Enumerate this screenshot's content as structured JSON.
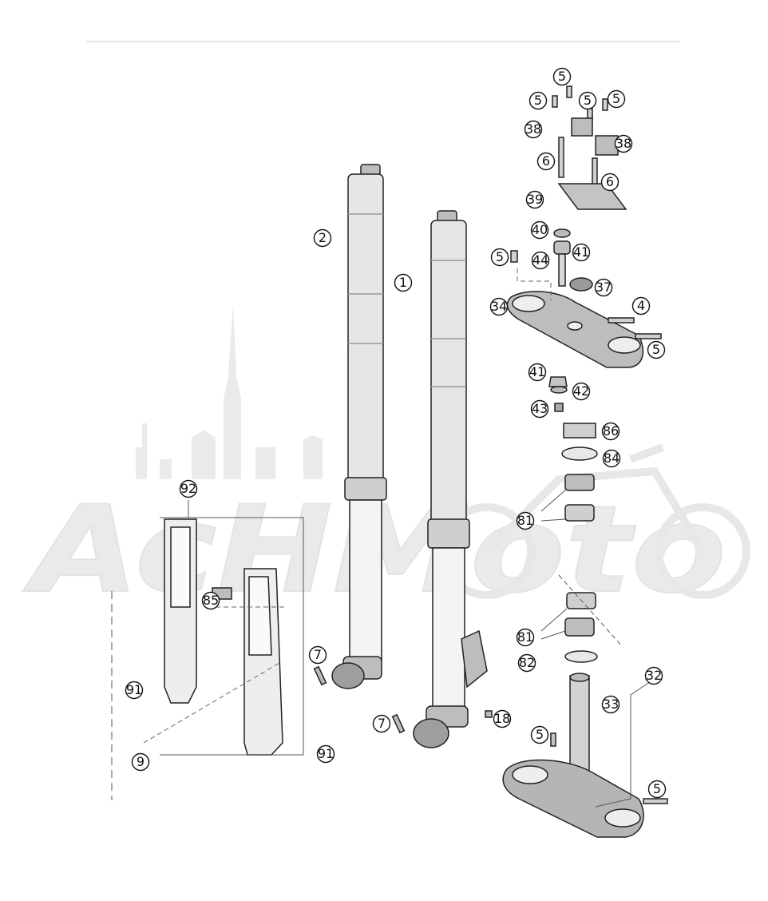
{
  "watermark": {
    "text": "AcHMoto"
  },
  "callouts": [
    {
      "label": "2"
    },
    {
      "label": "1"
    },
    {
      "label": "5"
    },
    {
      "label": "5"
    },
    {
      "label": "5"
    },
    {
      "label": "5"
    },
    {
      "label": "38"
    },
    {
      "label": "38"
    },
    {
      "label": "6"
    },
    {
      "label": "6"
    },
    {
      "label": "39"
    },
    {
      "label": "40"
    },
    {
      "label": "41"
    },
    {
      "label": "5"
    },
    {
      "label": "44"
    },
    {
      "label": "37"
    },
    {
      "label": "34"
    },
    {
      "label": "4"
    },
    {
      "label": "5"
    },
    {
      "label": "41"
    },
    {
      "label": "42"
    },
    {
      "label": "43"
    },
    {
      "label": "86"
    },
    {
      "label": "84"
    },
    {
      "label": "81"
    },
    {
      "label": "81"
    },
    {
      "label": "82"
    },
    {
      "label": "32"
    },
    {
      "label": "33"
    },
    {
      "label": "5"
    },
    {
      "label": "5"
    },
    {
      "label": "92"
    },
    {
      "label": "85"
    },
    {
      "label": "7"
    },
    {
      "label": "7"
    },
    {
      "label": "18"
    },
    {
      "label": "91"
    },
    {
      "label": "9"
    },
    {
      "label": "91"
    }
  ]
}
